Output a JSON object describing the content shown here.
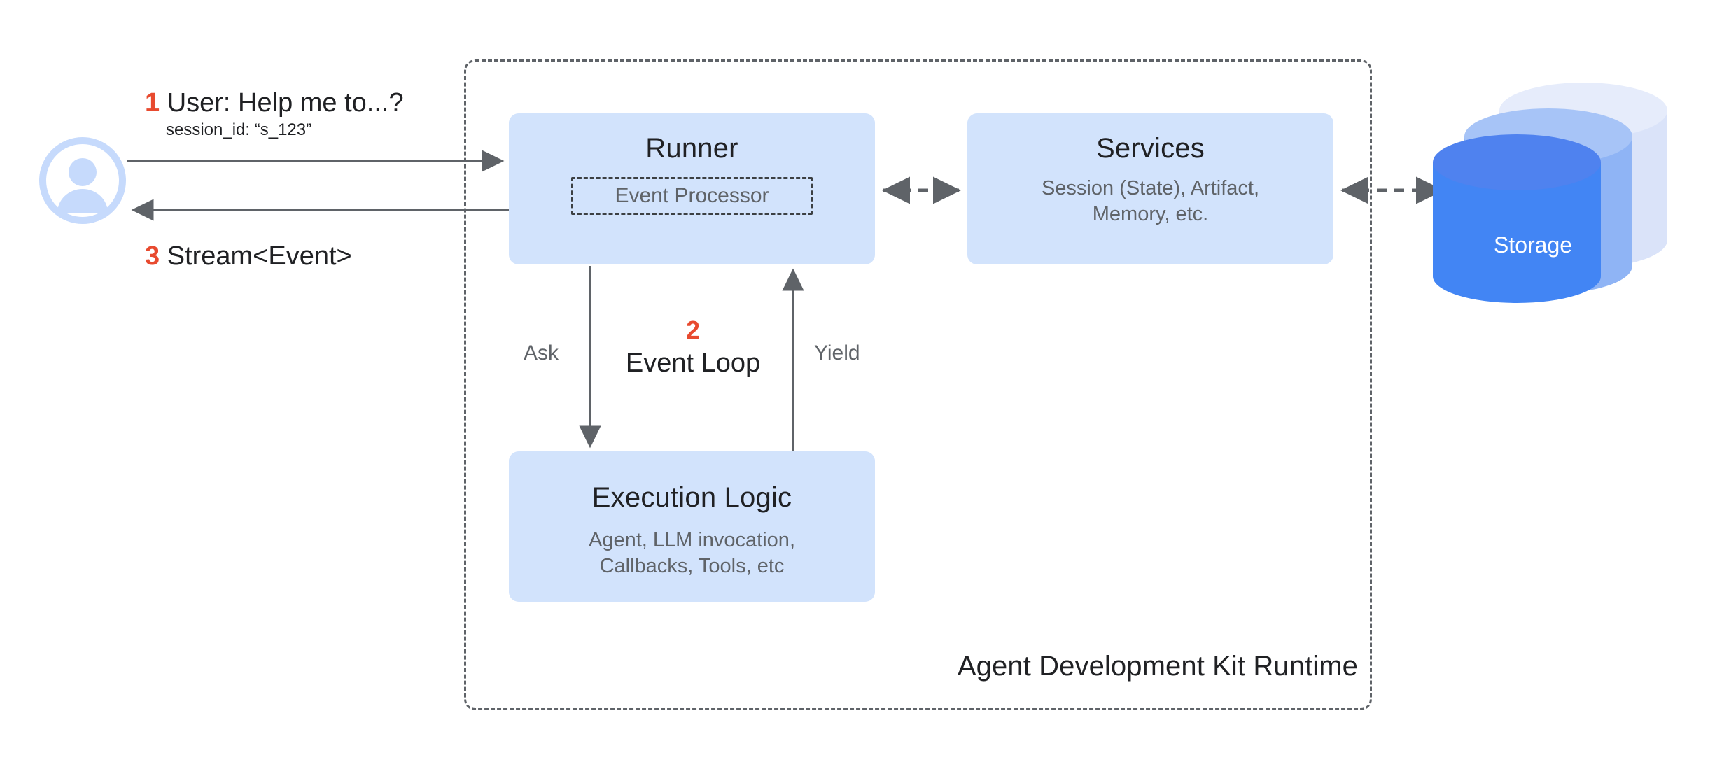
{
  "diagram": {
    "title": "Agent Development Kit Runtime",
    "container_label": "Agent Development Kit Runtime"
  },
  "actor": {
    "name": "user",
    "icon": "user-avatar-icon"
  },
  "flows": [
    {
      "id": "request",
      "step": "1",
      "text": "User: Help me to...?",
      "detail": "session_id: “s_123”",
      "direction": "user-to-runner"
    },
    {
      "id": "stream",
      "step": "3",
      "text": "Stream<Event>",
      "direction": "runner-to-user"
    }
  ],
  "event_loop": {
    "step": "2",
    "label": "Event Loop",
    "ask_label": "Ask",
    "yield_label": "Yield"
  },
  "nodes": [
    {
      "id": "runner",
      "title": "Runner",
      "inner_box": "Event Processor"
    },
    {
      "id": "services",
      "title": "Services",
      "subtitle": "Session (State), Artifact,\nMemory, etc."
    },
    {
      "id": "execution_logic",
      "title": "Execution Logic",
      "subtitle": "Agent, LLM invocation,\nCallbacks, Tools, etc"
    },
    {
      "id": "storage",
      "title": "Storage"
    }
  ],
  "node_text": {
    "runner_title": "Runner",
    "event_processor": "Event Processor",
    "services_title": "Services",
    "services_sub_line1": "Session (State), Artifact,",
    "services_sub_line2": "Memory, etc.",
    "exec_title": "Execution Logic",
    "exec_sub_line1": "Agent, LLM invocation,",
    "exec_sub_line2": "Callbacks, Tools, etc",
    "storage_title": "Storage"
  },
  "colors": {
    "node_fill": "#d2e3fc",
    "storage_front": "#4285f4",
    "storage_mid": "#8fb4f5",
    "storage_back": "#dae3f9",
    "arrow": "#5f6368",
    "accent_number": "#e84a2f",
    "text_primary": "#202124",
    "text_secondary": "#5f6368",
    "avatar": "#c6dafc"
  }
}
